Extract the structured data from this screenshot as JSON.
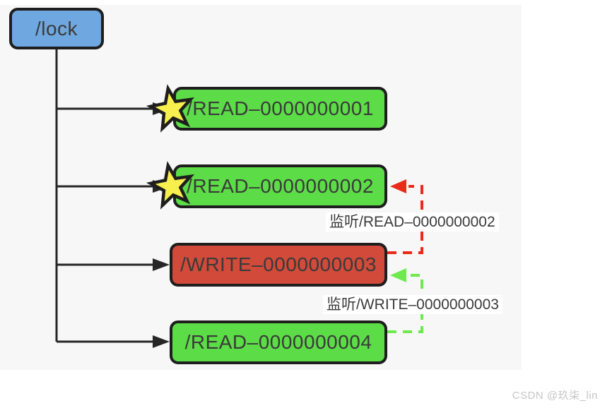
{
  "diagram": {
    "title_semantic": "zookeeper-lock-znode-tree",
    "root": {
      "label": "/lock"
    },
    "nodes": [
      {
        "label": "/READ–0000000001",
        "type": "read",
        "starred": true
      },
      {
        "label": "/READ–0000000002",
        "type": "read",
        "starred": true
      },
      {
        "label": "/WRITE–0000000003",
        "type": "write",
        "starred": false
      },
      {
        "label": "/READ–0000000004",
        "type": "read",
        "starred": false
      }
    ],
    "watch_annotations": [
      {
        "text": "监听/READ–0000000002",
        "arrow_color": "#e92b19"
      },
      {
        "text": "监听/WRITE–0000000003",
        "arrow_color": "#6ee94e"
      }
    ]
  },
  "watermark": {
    "text": "CSDN @玖柒_lin"
  },
  "colors": {
    "page_bg": "#ffffff",
    "canvas_bg": "#f7f7f7",
    "root_fill": "#6fa8e0",
    "read_fill": "#5cdc47",
    "write_fill": "#d14a3a",
    "star_fill": "#f8ef4e",
    "outline": "#1e1e1e",
    "tree_line": "#262626",
    "node_text": "#3a3a3a",
    "watch_red": "#e92b19",
    "watch_green": "#6ee94e",
    "watermark_text": "#c6c6c6"
  }
}
